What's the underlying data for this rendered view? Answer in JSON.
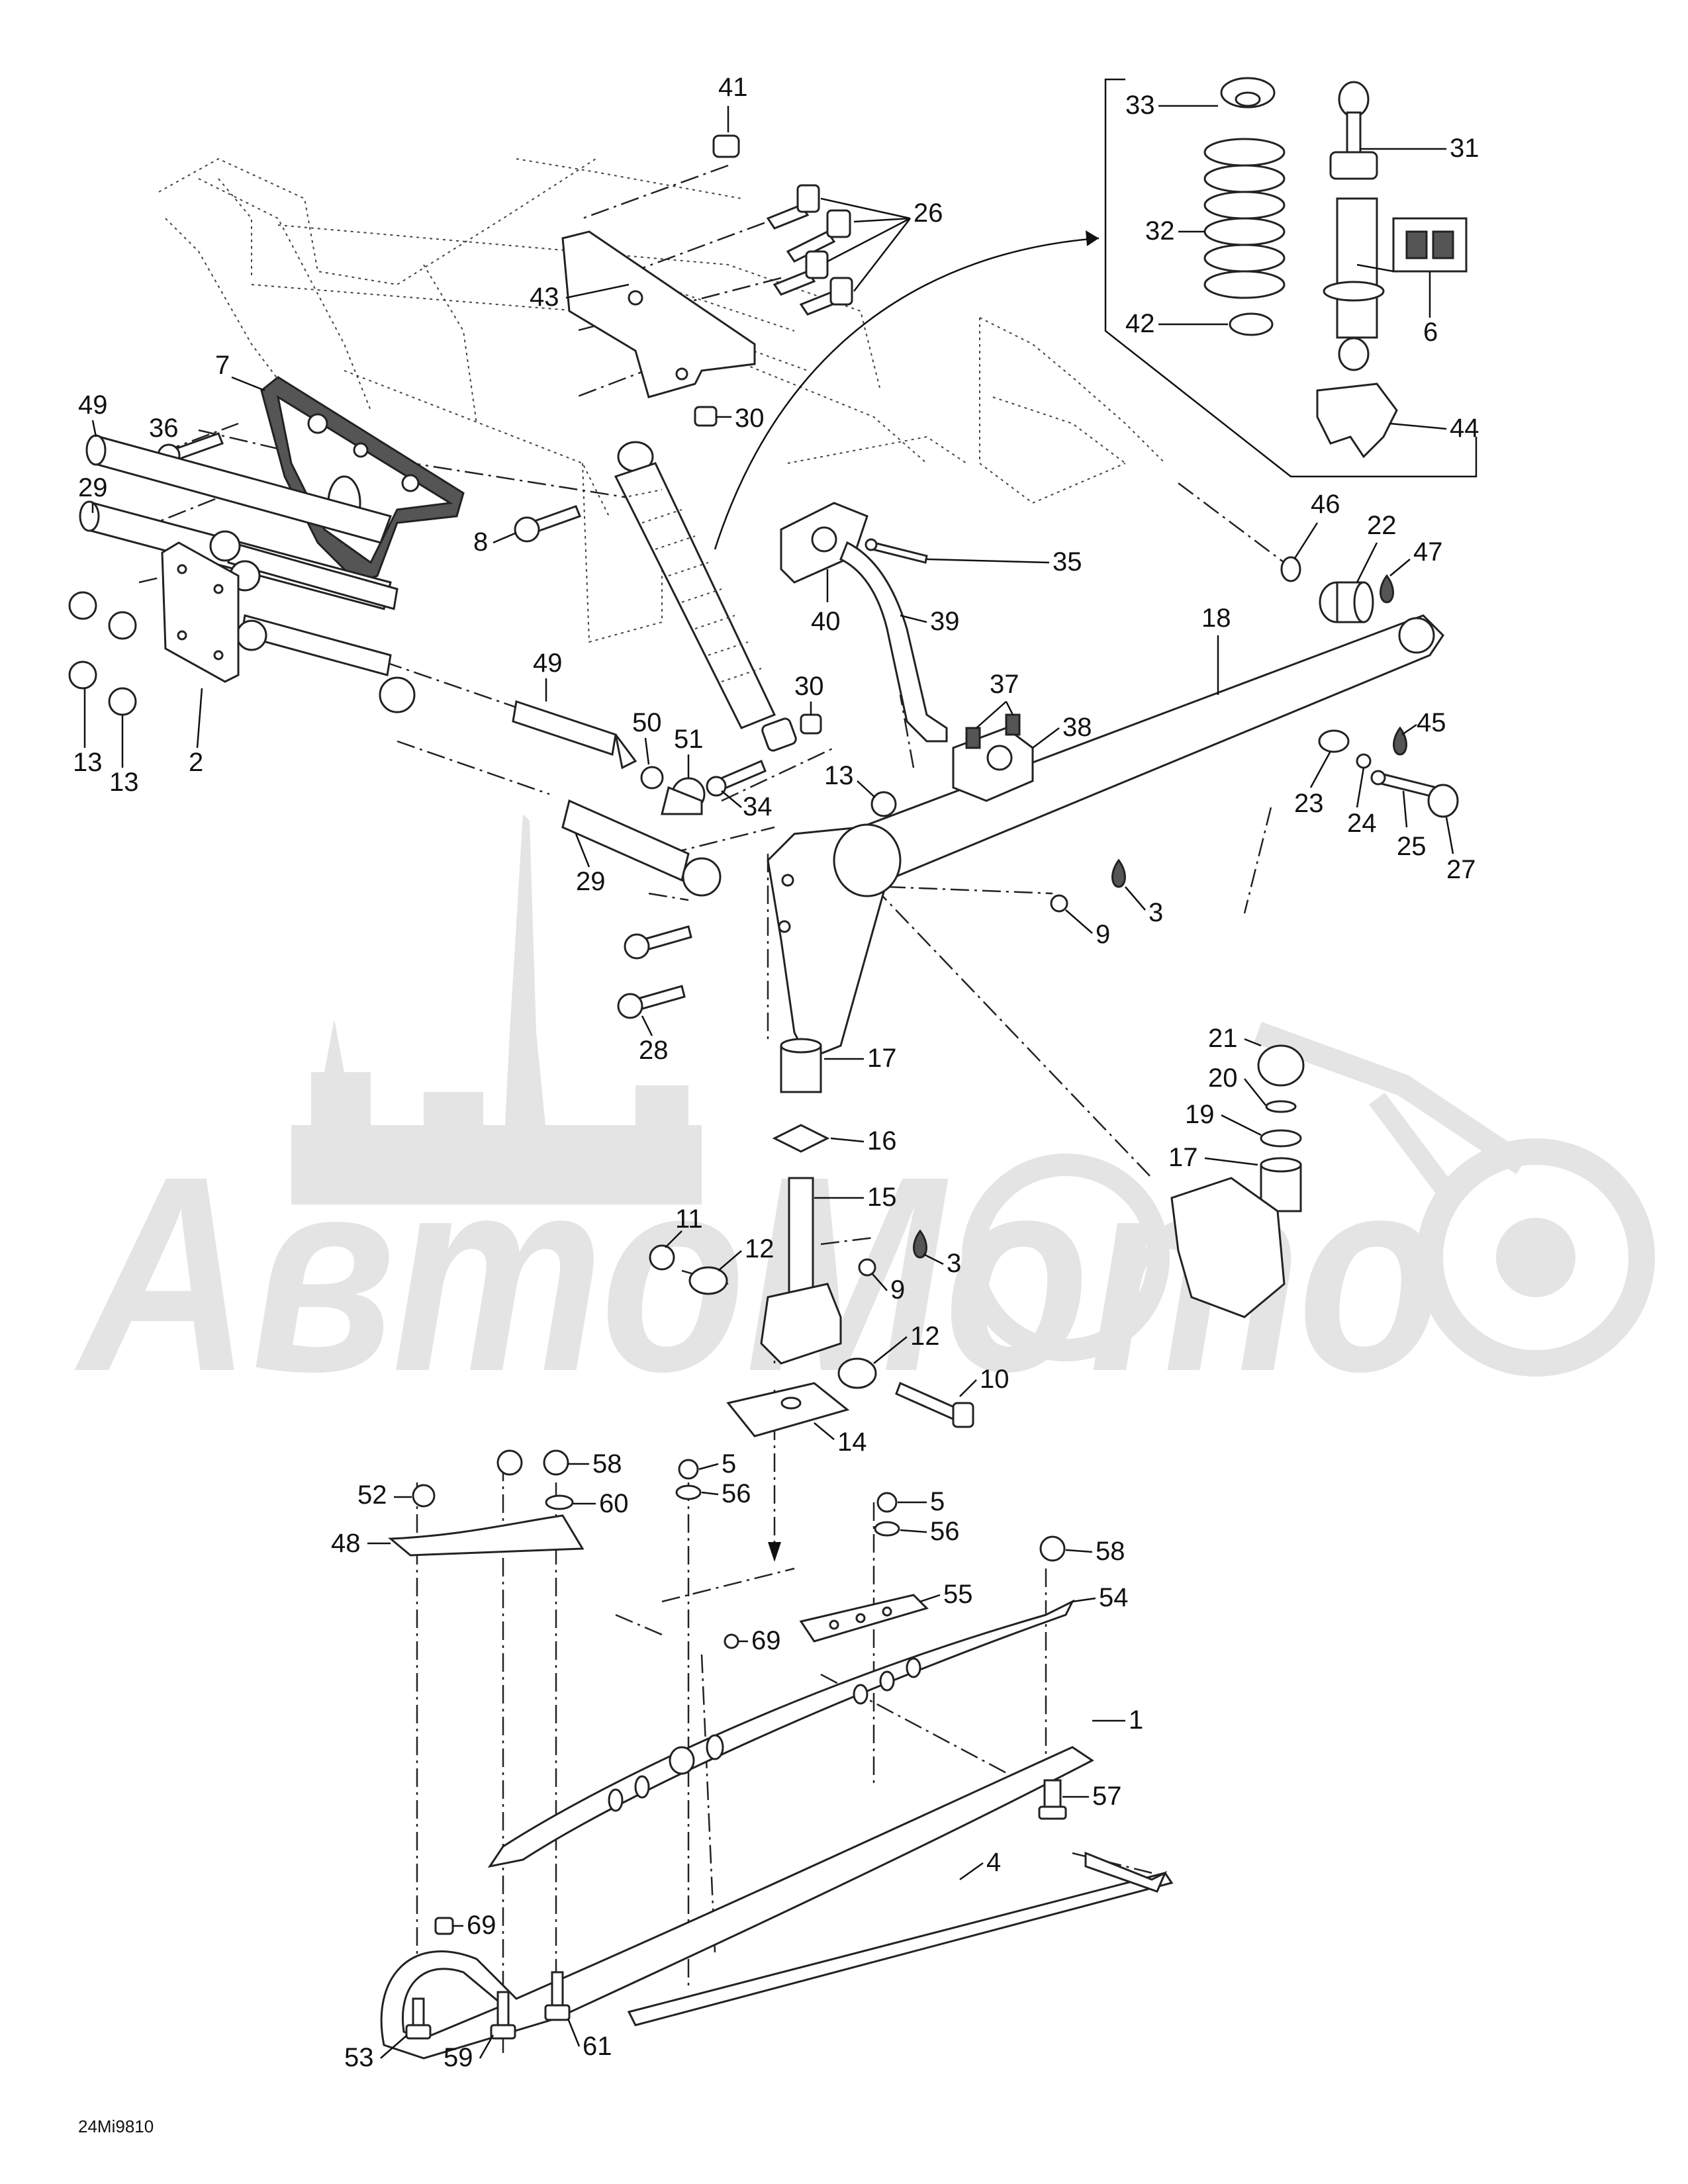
{
  "diagram_code": "24Mi9810",
  "watermark_text": "АвтоМото",
  "callouts": [
    {
      "id": "41",
      "text": "41"
    },
    {
      "id": "26",
      "text": "26"
    },
    {
      "id": "43",
      "text": "43"
    },
    {
      "id": "30a",
      "text": "30"
    },
    {
      "id": "7",
      "text": "7"
    },
    {
      "id": "49a",
      "text": "49"
    },
    {
      "id": "36",
      "text": "36"
    },
    {
      "id": "29a",
      "text": "29"
    },
    {
      "id": "8",
      "text": "8"
    },
    {
      "id": "13a",
      "text": "13"
    },
    {
      "id": "13b",
      "text": "13"
    },
    {
      "id": "2",
      "text": "2"
    },
    {
      "id": "49b",
      "text": "49"
    },
    {
      "id": "50",
      "text": "50"
    },
    {
      "id": "51",
      "text": "51"
    },
    {
      "id": "30b",
      "text": "30"
    },
    {
      "id": "34",
      "text": "34"
    },
    {
      "id": "29b",
      "text": "29"
    },
    {
      "id": "13c",
      "text": "13"
    },
    {
      "id": "28",
      "text": "28"
    },
    {
      "id": "33",
      "text": "33"
    },
    {
      "id": "32",
      "text": "32"
    },
    {
      "id": "42",
      "text": "42"
    },
    {
      "id": "31",
      "text": "31"
    },
    {
      "id": "6",
      "text": "6"
    },
    {
      "id": "44",
      "text": "44"
    },
    {
      "id": "35",
      "text": "35"
    },
    {
      "id": "40",
      "text": "40"
    },
    {
      "id": "39",
      "text": "39"
    },
    {
      "id": "37",
      "text": "37"
    },
    {
      "id": "38",
      "text": "38"
    },
    {
      "id": "46",
      "text": "46"
    },
    {
      "id": "22",
      "text": "22"
    },
    {
      "id": "47",
      "text": "47"
    },
    {
      "id": "18",
      "text": "18"
    },
    {
      "id": "45",
      "text": "45"
    },
    {
      "id": "23",
      "text": "23"
    },
    {
      "id": "24",
      "text": "24"
    },
    {
      "id": "25",
      "text": "25"
    },
    {
      "id": "27",
      "text": "27"
    },
    {
      "id": "3a",
      "text": "3"
    },
    {
      "id": "9a",
      "text": "9"
    },
    {
      "id": "21",
      "text": "21"
    },
    {
      "id": "20",
      "text": "20"
    },
    {
      "id": "19",
      "text": "19"
    },
    {
      "id": "17a",
      "text": "17"
    },
    {
      "id": "17b",
      "text": "17"
    },
    {
      "id": "16",
      "text": "16"
    },
    {
      "id": "15",
      "text": "15"
    },
    {
      "id": "11",
      "text": "11"
    },
    {
      "id": "12a",
      "text": "12"
    },
    {
      "id": "3b",
      "text": "3"
    },
    {
      "id": "9b",
      "text": "9"
    },
    {
      "id": "12b",
      "text": "12"
    },
    {
      "id": "10",
      "text": "10"
    },
    {
      "id": "14",
      "text": "14"
    },
    {
      "id": "58a",
      "text": "58"
    },
    {
      "id": "5a",
      "text": "5"
    },
    {
      "id": "56a",
      "text": "56"
    },
    {
      "id": "52",
      "text": "52"
    },
    {
      "id": "60",
      "text": "60"
    },
    {
      "id": "48",
      "text": "48"
    },
    {
      "id": "5b",
      "text": "5"
    },
    {
      "id": "56b",
      "text": "56"
    },
    {
      "id": "58b",
      "text": "58"
    },
    {
      "id": "54",
      "text": "54"
    },
    {
      "id": "55",
      "text": "55"
    },
    {
      "id": "69a",
      "text": "69"
    },
    {
      "id": "1",
      "text": "1"
    },
    {
      "id": "57",
      "text": "57"
    },
    {
      "id": "4",
      "text": "4"
    },
    {
      "id": "69b",
      "text": "69"
    },
    {
      "id": "53",
      "text": "53"
    },
    {
      "id": "59",
      "text": "59"
    },
    {
      "id": "61",
      "text": "61"
    }
  ]
}
